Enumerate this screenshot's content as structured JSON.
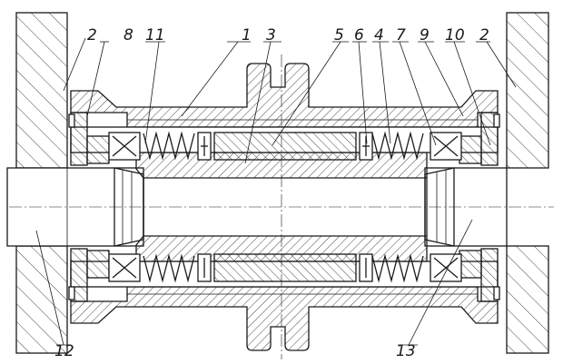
{
  "diagram": {
    "callouts": [
      {
        "id": "c2-left",
        "label": "2"
      },
      {
        "id": "c8",
        "label": "8"
      },
      {
        "id": "c11",
        "label": "11"
      },
      {
        "id": "c1",
        "label": "1"
      },
      {
        "id": "c3",
        "label": "3"
      },
      {
        "id": "c5",
        "label": "5"
      },
      {
        "id": "c6",
        "label": "6"
      },
      {
        "id": "c4",
        "label": "4"
      },
      {
        "id": "c7",
        "label": "7"
      },
      {
        "id": "c9",
        "label": "9"
      },
      {
        "id": "c10",
        "label": "10"
      },
      {
        "id": "c2-right",
        "label": "2"
      },
      {
        "id": "c12",
        "label": "12"
      },
      {
        "id": "c13",
        "label": "13"
      }
    ]
  }
}
